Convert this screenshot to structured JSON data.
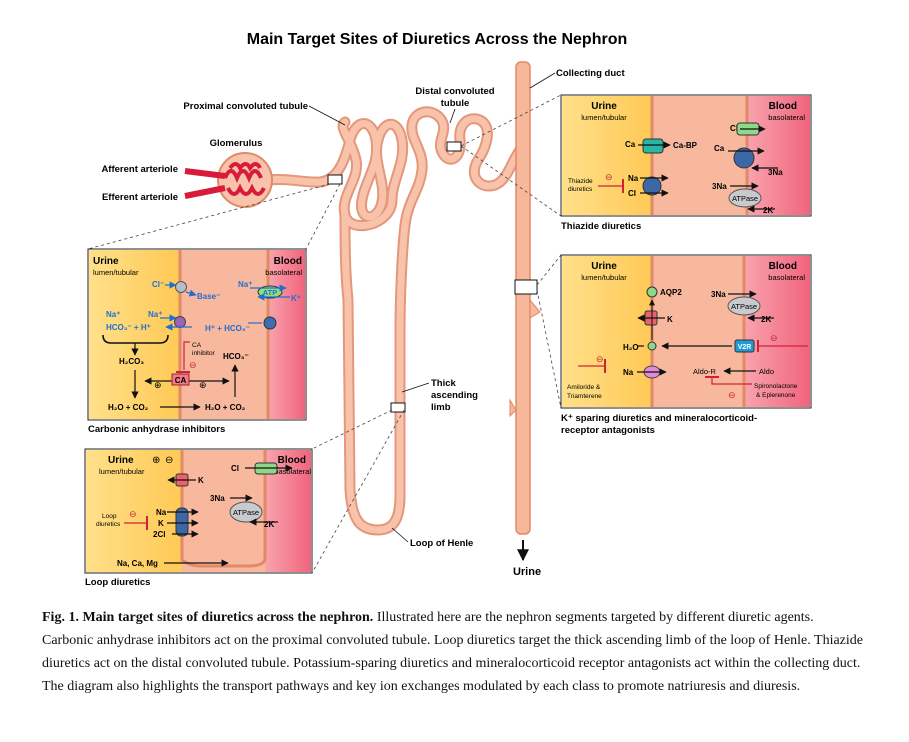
{
  "title": "Main Target Sites of Diuretics Across the Nephron",
  "anatomy": {
    "proximal": "Proximal convoluted tubule",
    "glomerulus": "Glomerulus",
    "afferent": "Afferent arteriole",
    "efferent": "Efferent arteriole",
    "distal": [
      "Distal convoluted",
      "tubule"
    ],
    "collecting": "Collecting duct",
    "thick": [
      "Thick",
      "ascending",
      "limb"
    ],
    "loop": "Loop of Henle",
    "urine": "Urine"
  },
  "panel_common": {
    "urine": "Urine",
    "lumen": "lumen/tubular",
    "blood": "Blood",
    "basolateral": "basolateral"
  },
  "ca_panel": {
    "title": "Carbonic anhydrase inhibitors",
    "cl": "Cl⁻",
    "base": "Base⁻",
    "na_plus_left": "Na⁺",
    "na_plus_mid": "Na⁺",
    "hco3_h": "HCO₃⁻ + H⁺",
    "na_blood": "Na⁺",
    "atp": "ATP",
    "k_plus": "K⁺",
    "h_hco3": "H⁺ + HCO₃⁻",
    "h2co3": "H₂CO₃",
    "ca_inhibitor_1": "CA",
    "ca_inhibitor_2": "inhibitor",
    "minus": "⊖",
    "plus": "⊕",
    "hco3_right": "HCO₃⁻",
    "ca": "CA",
    "h2o_co2_left": "H₂O + CO₂",
    "h2o_co2_right": "H₂O + CO₂"
  },
  "loop_panel": {
    "title": "Loop diuretics",
    "plus": "⊕",
    "minus": "⊖",
    "cl": "Cl",
    "k": "K",
    "three_na": "3Na",
    "atpase": "ATPase",
    "two_k": "2K",
    "loop_diuretics_1": "Loop",
    "loop_diuretics_2": "diuretics",
    "na": "Na",
    "k2": "K",
    "two_cl": "2Cl",
    "na_ca_mg": "Na, Ca, Mg"
  },
  "thiazide_panel": {
    "title": "Thiazide diuretics",
    "ca": "Ca",
    "ca_bp": "Ca-BP",
    "cl": "Cl",
    "ca_blood": "Ca",
    "three_na": "3Na",
    "thiazide_1": "Thiazide",
    "thiazide_2": "diuretics",
    "na": "Na",
    "cl2": "Cl",
    "three_na2": "3Na",
    "atpase": "ATPase",
    "two_k": "2K",
    "minus": "⊖"
  },
  "ksparing_panel": {
    "title_1": "K⁺ sparing diuretics and mineralocorticoid-",
    "title_2": "receptor antagonists",
    "aqp2": "AQP2",
    "three_na": "3Na",
    "atpase": "ATPase",
    "k": "K",
    "two_k": "2K",
    "h2o": "H₂O",
    "v2r": "V2R",
    "na": "Na",
    "aldo_r": "Aldo-R",
    "aldo": "Aldo",
    "amiloride_1": "Amiloride &",
    "amiloride_2": "Triamterene",
    "spiro_1": "Spironolactone",
    "spiro_2": "& Eplerenone",
    "minus": "⊖"
  },
  "caption": {
    "lead": "Fig. 1.  Main target sites of diuretics across the nephron.",
    "body": " Illustrated here are the nephron segments targeted by different diuretic agents. Carbonic anhydrase inhibitors act on the proximal convoluted tubule. Loop diuretics target the thick ascending limb of the loop of Henle. Thiazide diuretics act on the distal convoluted tubule. Potassium-sparing diuretics and mineralocorticoid receptor antagonists act within the collecting duct.  The diagram also highlights the transport pathways and key ion exchanges modulated by each class to promote natriuresis and diuresis."
  },
  "colors": {
    "tubule": "#f6b79a",
    "tubule_stroke": "#e08a68",
    "urine_bg": "#ffd66a",
    "cell_bg": "#f8b79c",
    "blood_bg": "#f5788c",
    "inhibitor_red": "#d1213a",
    "blue_text": "#1f6fd1"
  }
}
